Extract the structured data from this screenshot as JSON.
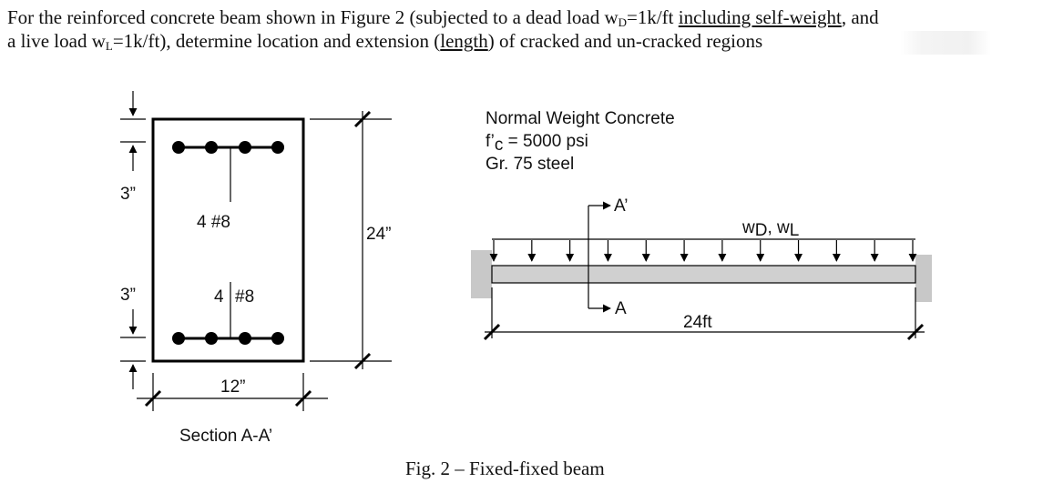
{
  "problem": {
    "seg1": "For the reinforced concrete beam shown in Figure 2 (subjected to a dead load w",
    "sub_d": "D",
    "seg2": "=1k/ft ",
    "link1": "including self-weight",
    "seg3": ", and",
    "seg4": "a live load w",
    "sub_l": "L",
    "seg5": "=1k/ft), determine location and extension (",
    "link2": "length",
    "seg6": ") of cracked and un-cracked regions"
  },
  "section": {
    "top_cover": "3”",
    "bottom_cover": "3”",
    "top_bars": "4 #8",
    "bottom_bars_num": "4",
    "bottom_bars_size": "#8",
    "depth": "24”",
    "width": "12”",
    "caption": "Section A-A’"
  },
  "materials": {
    "line1": "Normal Weight Concrete",
    "line2_pre": "f’",
    "line2_sub": "c",
    "line2_post": " = 5000 psi",
    "line3": "Gr. 75 steel"
  },
  "beam": {
    "cut_top": "A’",
    "cut_bottom": "A",
    "load_w": "w",
    "load_d": "D",
    "load_sep": ", w",
    "load_l": "L",
    "span": "24ft"
  },
  "caption": "Fig. 2 – Fixed-fixed beam"
}
